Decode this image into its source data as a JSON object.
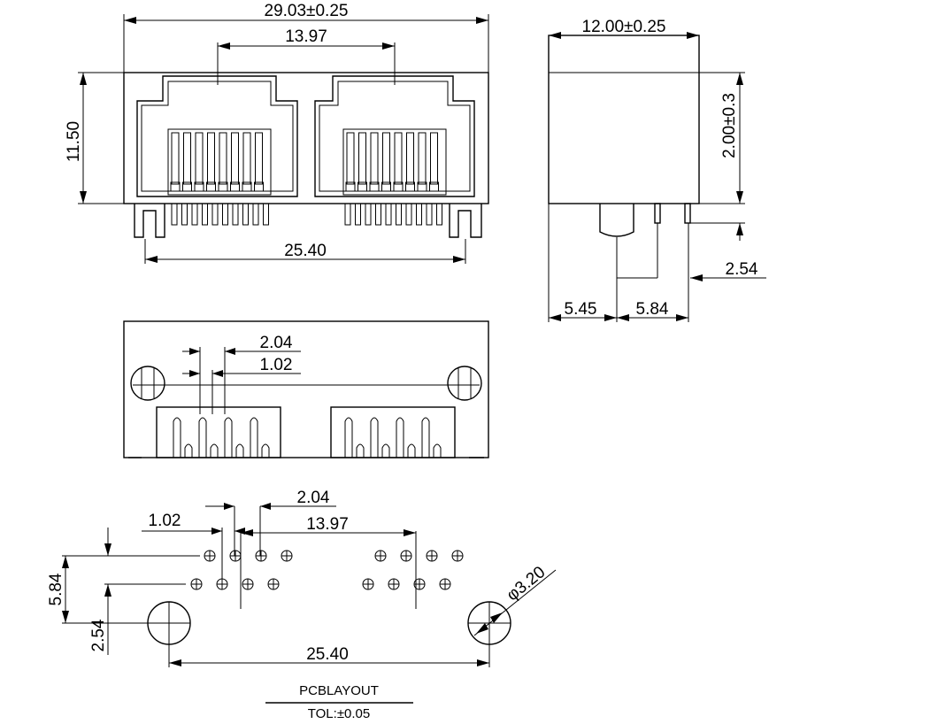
{
  "front_view": {
    "overall_width": "29.03±0.25",
    "port_pitch": "13.97",
    "height": "11.50",
    "peg_spacing": "25.40"
  },
  "side_view": {
    "depth": "12.00±0.25",
    "height": "2.00±0.3",
    "pin_offset": "2.54",
    "peg_to_pin": "5.45",
    "pin_row_spacing": "5.84"
  },
  "bottom_view": {
    "pin_pitch": "2.04",
    "half_pitch": "1.02"
  },
  "pcb_layout": {
    "pin_pitch": "2.04",
    "half_pitch": "1.02",
    "port_pitch": "13.97",
    "row_offset": "5.84",
    "peg_offset": "2.54",
    "hole_diameter": "φ3.20",
    "peg_spacing": "25.40",
    "title": "PCBLAYOUT",
    "tolerance": "TOL:±0.05"
  }
}
